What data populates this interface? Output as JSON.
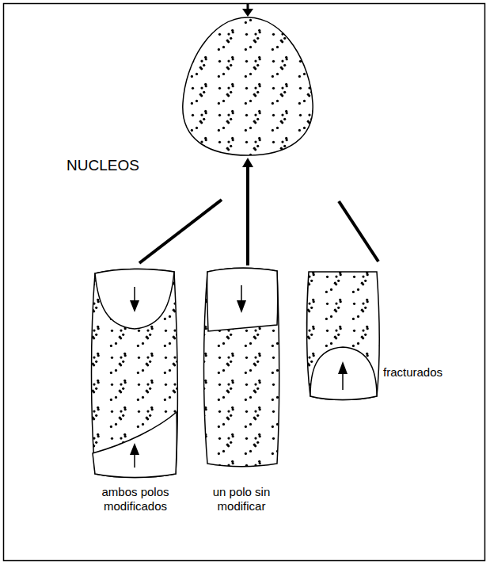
{
  "diagram": {
    "labels": [
      "NUCLEOS",
      "ambos polos modificados",
      "un polo sin modificar",
      "fracturados"
    ]
  }
}
